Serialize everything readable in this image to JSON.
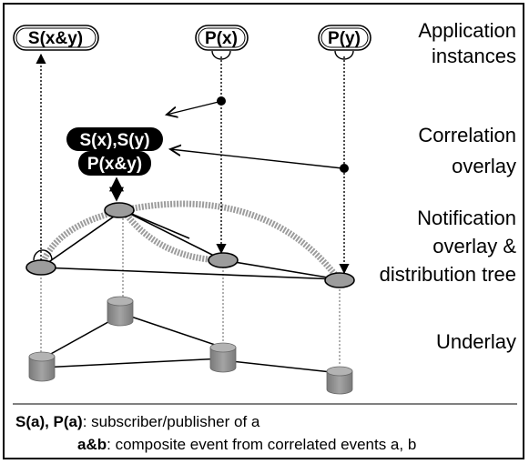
{
  "apps": {
    "sub": "S(x&y)",
    "pubx": "P(x)",
    "puby": "P(y)"
  },
  "correlation_node": {
    "line1": "S(x),S(y)",
    "line2": "P(x&y)"
  },
  "layers": {
    "application": [
      "Application",
      "instances"
    ],
    "correlation": [
      "Correlation",
      "overlay"
    ],
    "notification": [
      "Notification",
      "overlay &",
      "distribution tree"
    ],
    "underlay": [
      "Underlay"
    ]
  },
  "legend": {
    "line1_term": "S(a), P(a)",
    "line1_desc": ": subscriber/publisher of a",
    "line2_term": "a&b",
    "line2_desc": ": composite event from correlated events a, b"
  },
  "colors": {
    "node_fill": "#999999",
    "cylinder_fill": "#8f8f8f",
    "tree_stroke": "#aaaaaa",
    "black": "#000000"
  }
}
